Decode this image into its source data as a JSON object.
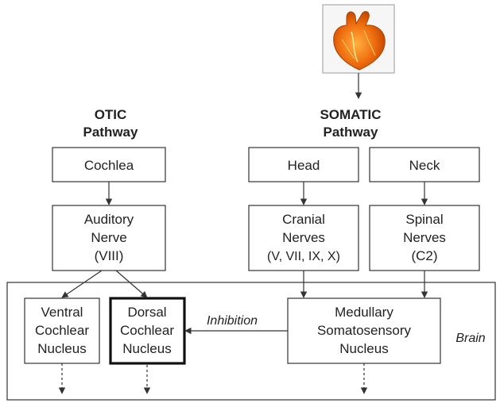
{
  "pathways": {
    "otic": {
      "line1": "OTIC",
      "line2": "Pathway"
    },
    "somatic": {
      "line1": "SOMATIC",
      "line2": "Pathway"
    }
  },
  "boxes": {
    "cochlea": "Cochlea",
    "head": "Head",
    "neck": "Neck",
    "auditory_nerve": [
      "Auditory",
      "Nerve",
      "(VIII)"
    ],
    "cranial_nerves": [
      "Cranial",
      "Nerves",
      "(V, VII, IX, X)"
    ],
    "spinal_nerves": [
      "Spinal",
      "Nerves",
      "(C2)"
    ],
    "ventral_cochlear": [
      "Ventral",
      "Cochlear",
      "Nucleus"
    ],
    "dorsal_cochlear": [
      "Dorsal",
      "Cochlear",
      "Nucleus"
    ],
    "medullary": [
      "Medullary",
      "Somatosensory",
      "Nucleus"
    ]
  },
  "labels": {
    "inhibition": "Inhibition",
    "brain": "Brain"
  },
  "icons": {
    "heart": "heart-icon"
  }
}
